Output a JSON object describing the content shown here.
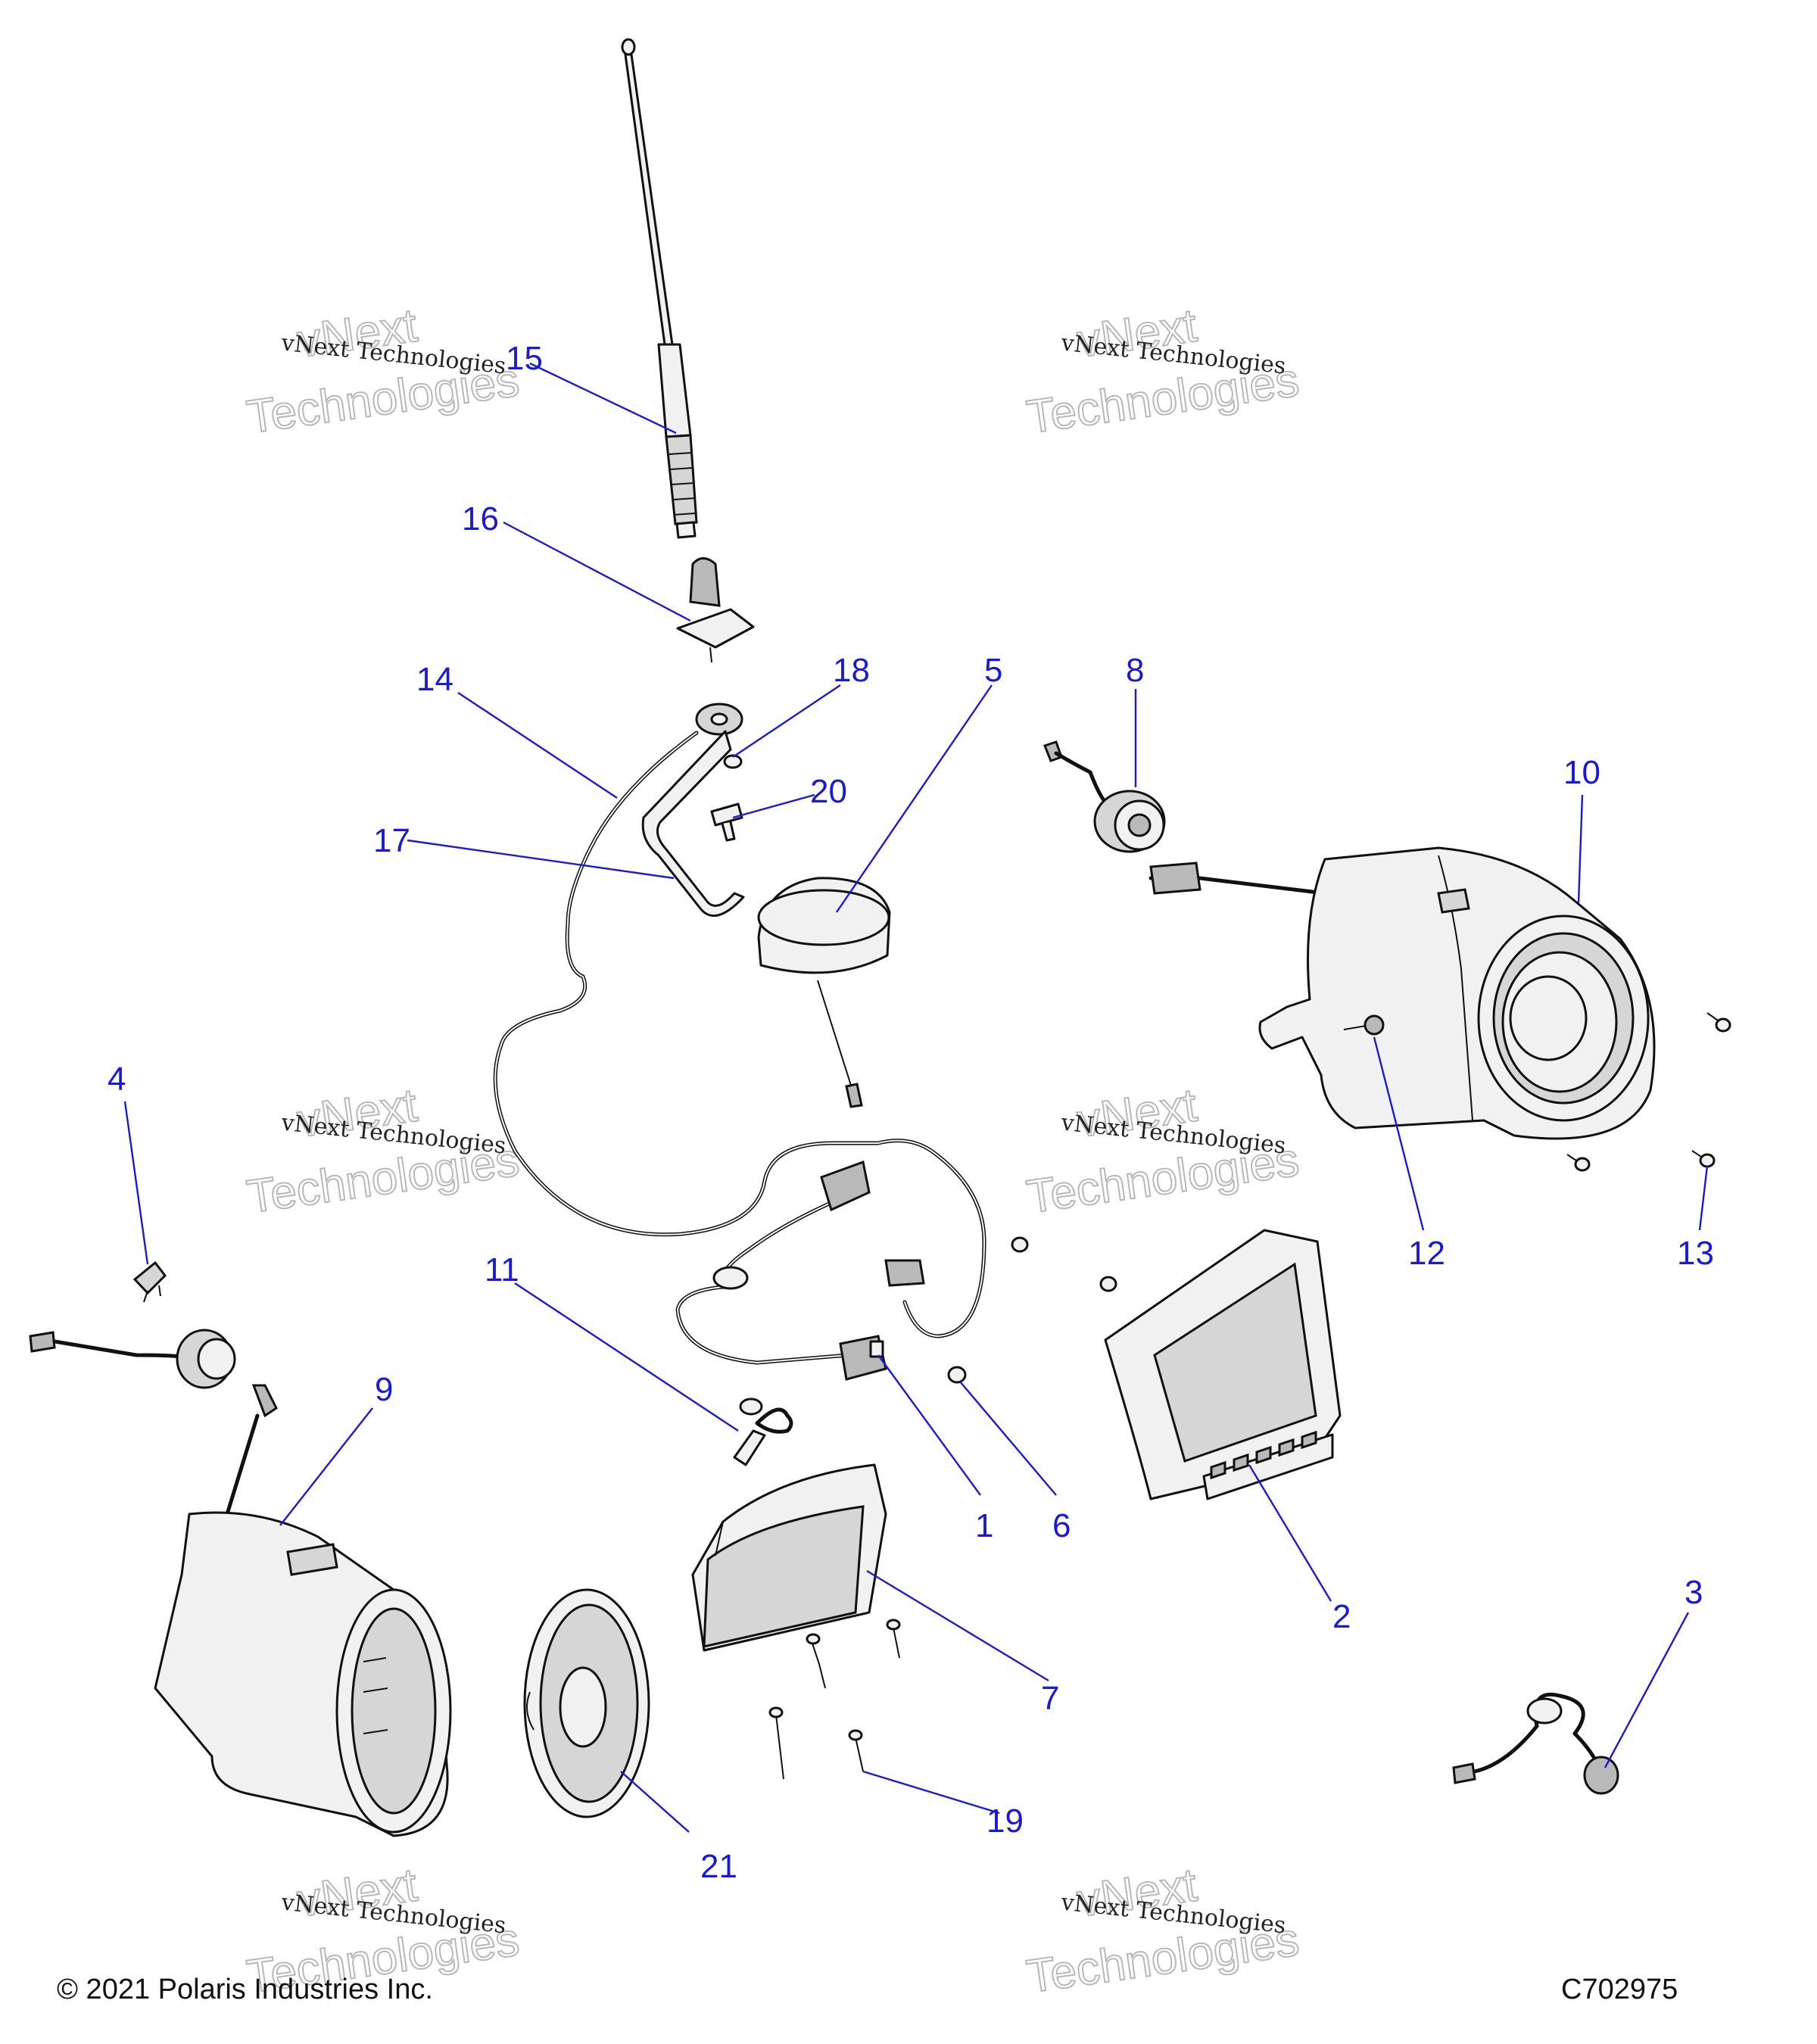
{
  "copyright": "© 2021 Polaris Industries Inc.",
  "figure_id": "C702975",
  "watermark": {
    "line1": "vNext Technologies",
    "line2": "vNext",
    "line3": "Technologies"
  },
  "callouts": {
    "c1": "1",
    "c2": "2",
    "c3": "3",
    "c4": "4",
    "c5": "5",
    "c6": "6",
    "c7": "7",
    "c8": "8",
    "c9": "9",
    "c10": "10",
    "c11": "11",
    "c12": "12",
    "c13": "13",
    "c14": "14",
    "c15": "15",
    "c16": "16",
    "c17": "17",
    "c18": "18",
    "c19": "19",
    "c20": "20",
    "c21": "21"
  },
  "colors": {
    "callout": "#1a1ad6",
    "line_art": "#111111",
    "part_fill": "#f1f1f1",
    "shade_fill": "#b9b9b9",
    "watermark_outline": "#b8b8b8"
  }
}
